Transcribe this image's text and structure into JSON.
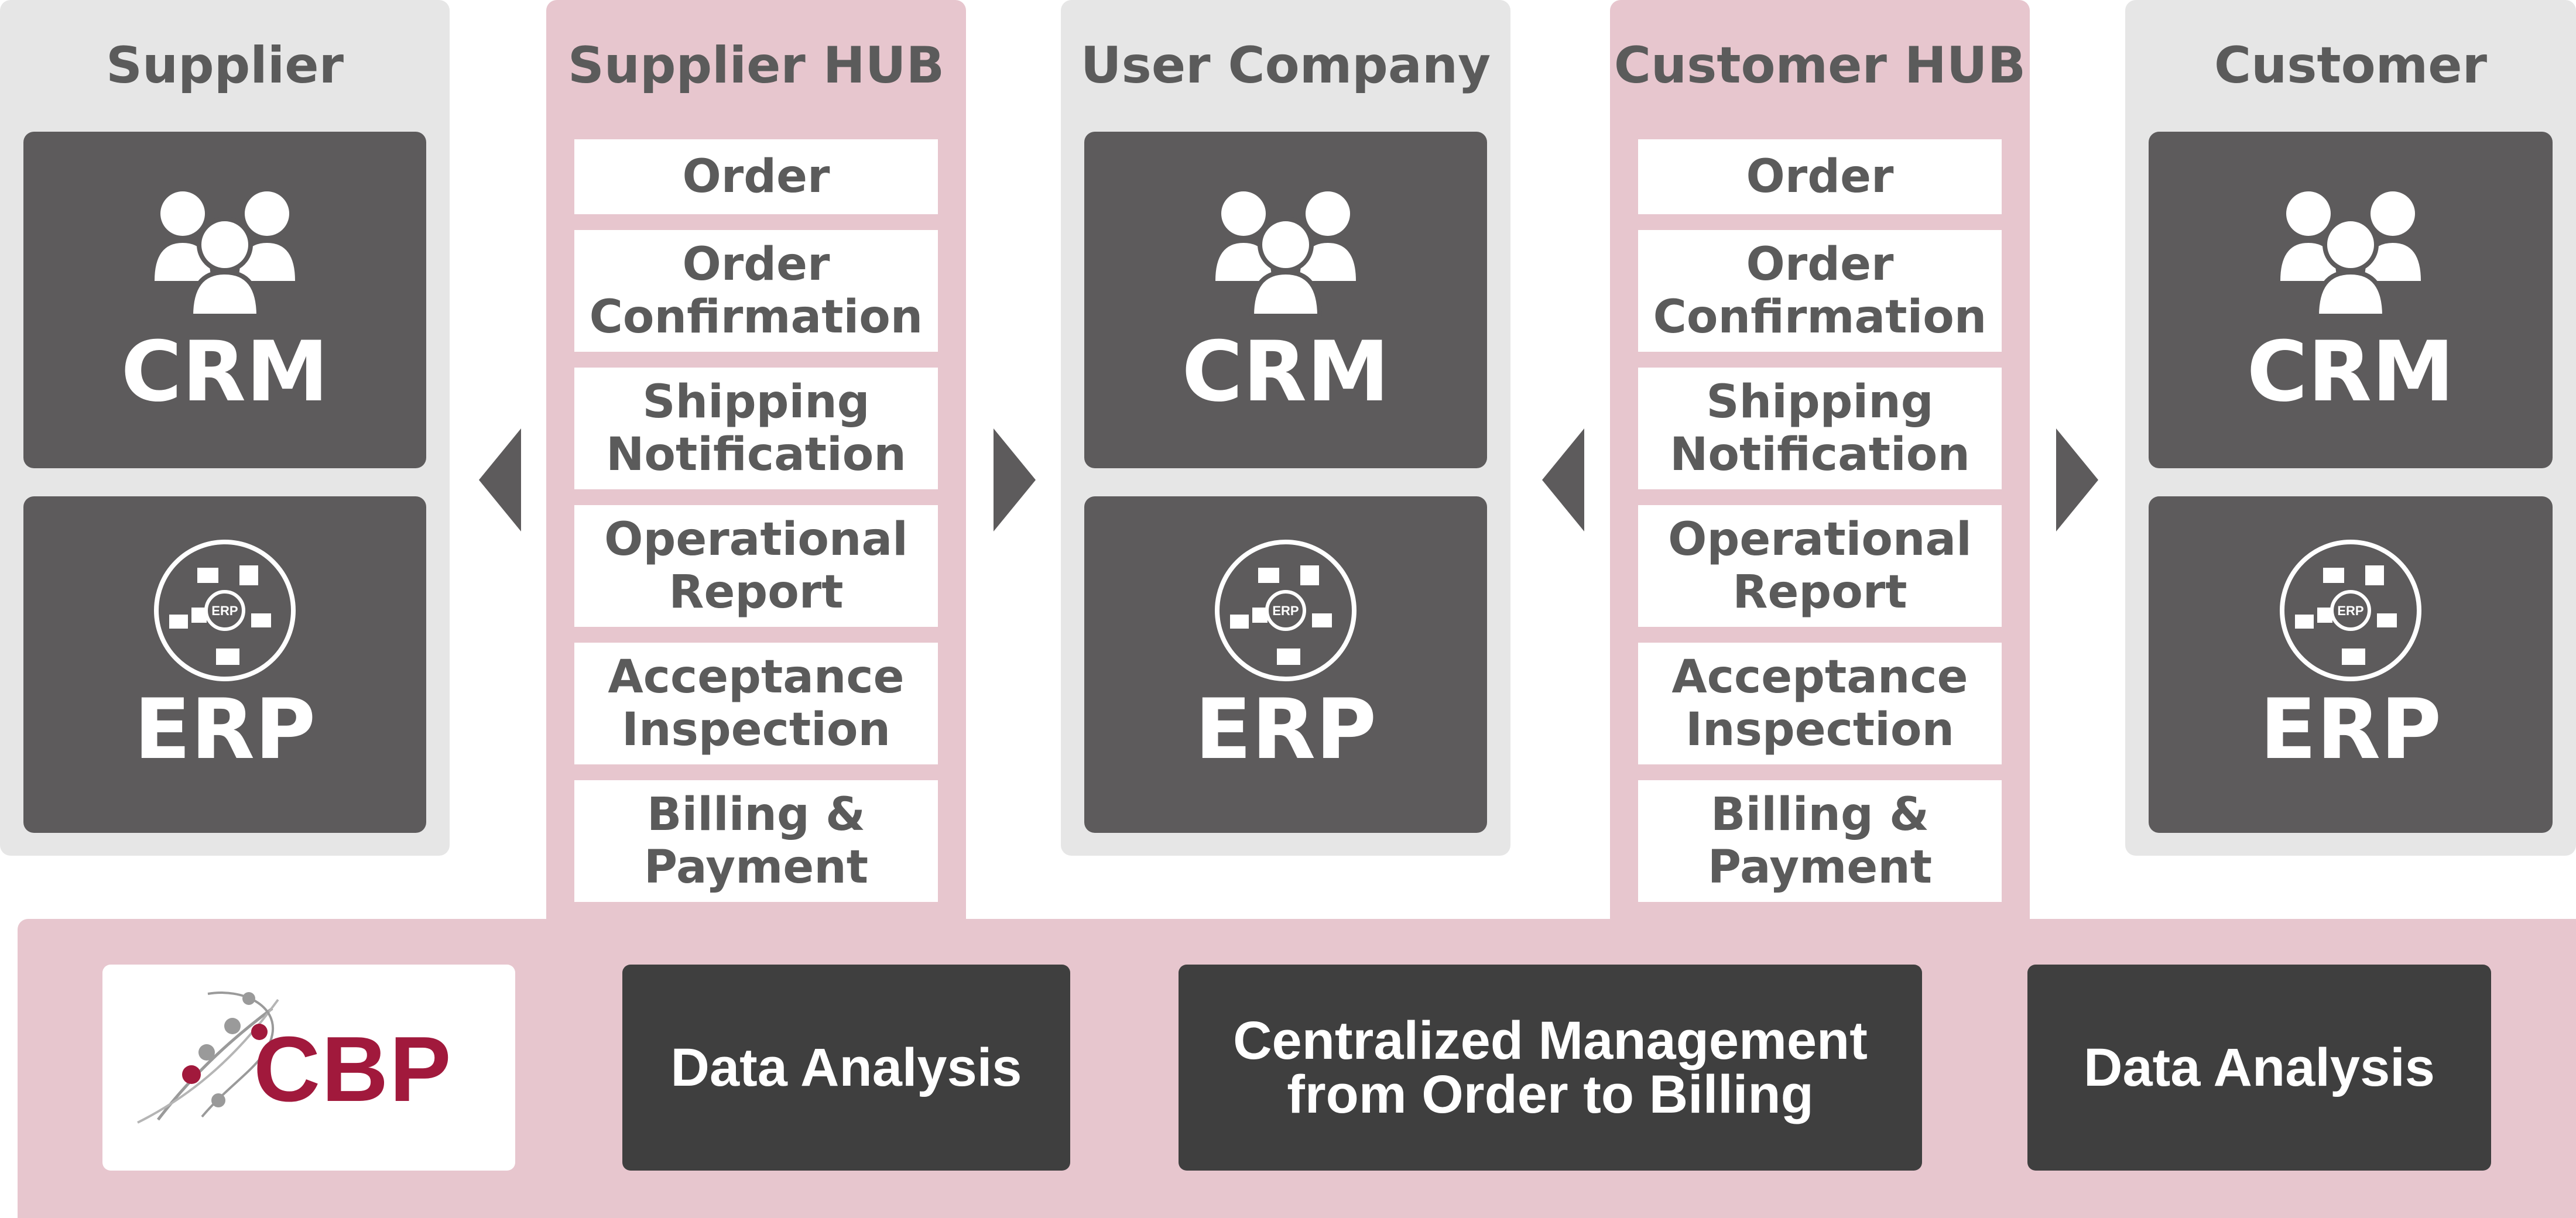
{
  "colors": {
    "gray_panel": "#e6e6e6",
    "pink_panel": "#e7c6ce",
    "system_box": "#5d5b5c",
    "feature_box": "#3f3f3f",
    "logo_red": "#a1193c",
    "title_text": "#5b5b5b"
  },
  "columns": {
    "supplier": {
      "title": "Supplier",
      "crm": "CRM",
      "erp": "ERP",
      "erp_badge": "ERP"
    },
    "supplier_hub": {
      "title": "Supplier HUB",
      "steps": [
        "Order",
        "Order\nConfirmation",
        "Shipping\nNotification",
        "Operational\nReport",
        "Acceptance\nInspection",
        "Billing &\nPayment"
      ]
    },
    "user_company": {
      "title": "User Company",
      "crm": "CRM",
      "erp": "ERP",
      "erp_badge": "ERP"
    },
    "customer_hub": {
      "title": "Customer HUB",
      "steps": [
        "Order",
        "Order\nConfirmation",
        "Shipping\nNotification",
        "Operational\nReport",
        "Acceptance\nInspection",
        "Billing &\nPayment"
      ]
    },
    "customer": {
      "title": "Customer",
      "crm": "CRM",
      "erp": "ERP",
      "erp_badge": "ERP"
    }
  },
  "arrows": [
    "left",
    "right",
    "left",
    "right"
  ],
  "bottom": {
    "logo": "CBP",
    "features": [
      "Data Analysis",
      "Centralized Management\nfrom Order to Billing",
      "Data Analysis"
    ]
  },
  "icons": {
    "crm": "people-group-icon",
    "erp": "erp-cycle-icon",
    "arrow_left": "triangle-left-icon",
    "arrow_right": "triangle-right-icon"
  }
}
